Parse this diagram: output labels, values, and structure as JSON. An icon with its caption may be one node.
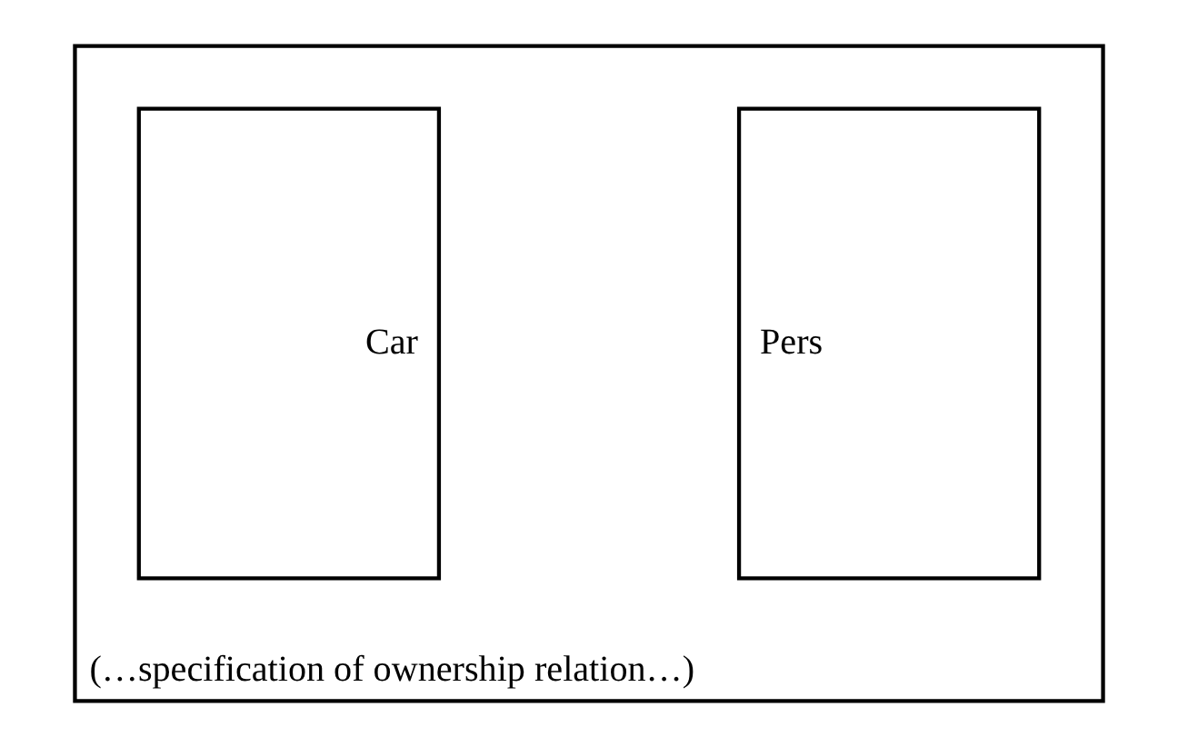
{
  "diagram": {
    "nodes": [
      {
        "text": [
          "(…specification of ownership relation…)"
        ]
      },
      {
        "text": [
          "Pers"
        ],
        "in": 0
      },
      {
        "text": [
          "Car"
        ],
        "in": 0
      }
    ],
    "edges": []
  }
}
